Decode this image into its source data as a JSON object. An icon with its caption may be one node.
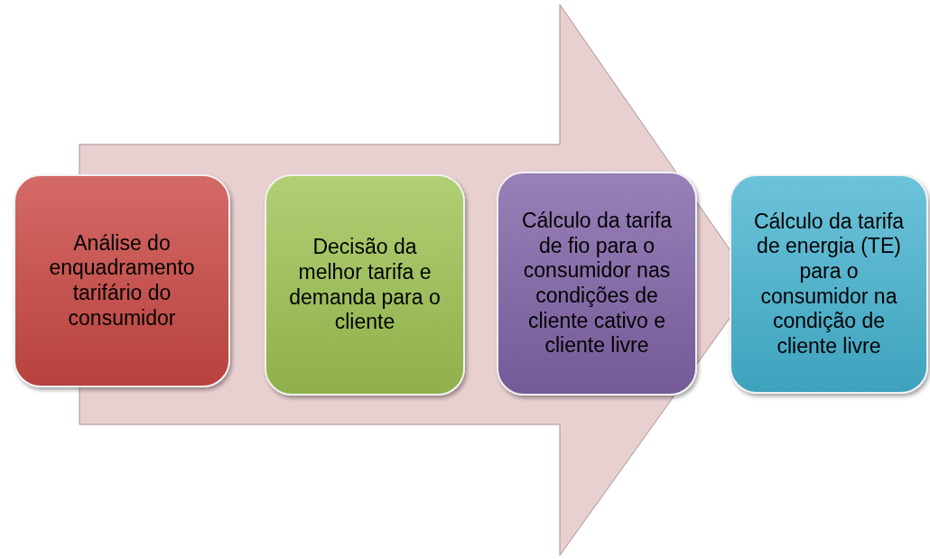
{
  "diagram": {
    "nodes": [
      {
        "text": [
          "Análise do enquadramento tarifário do consumidor"
        ]
      },
      {
        "text": [
          "Decisão da melhor tarifa e demanda para o cliente"
        ]
      },
      {
        "text": [
          "Cálculo da tarifa de fio para o consumidor nas condições de cliente cativo e cliente livre"
        ]
      },
      {
        "text": [
          "Cálculo da tarifa de energia (TE) para o consumidor na condição de cliente livre"
        ]
      }
    ],
    "edges": [
      {
        "from": 0,
        "to": 3,
        "arrow": "to"
      }
    ]
  }
}
